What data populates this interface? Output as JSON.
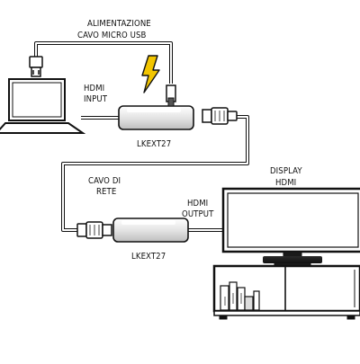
{
  "labels": {
    "power_line1": "ALIMENTAZIONE",
    "power_line2": "CAVO MICRO USB",
    "hdmi_input_line1": "HDMI",
    "hdmi_input_line2": "INPUT",
    "transmitter_name": "LKEXT27",
    "network_line1": "CAVO DI",
    "network_line2": "RETE",
    "hdmi_output_line1": "HDMI",
    "hdmi_output_line2": "OUTPUT",
    "receiver_name": "LKEXT27",
    "display_line1": "DISPLAY",
    "display_line2": "HDMI"
  },
  "colors": {
    "lightning": "#f2c500",
    "stroke": "#111111",
    "cable_fill": "#ffffff",
    "device_fill": "#ececec"
  },
  "icons": [
    "laptop-icon",
    "usb-plug-icon",
    "lightning-icon",
    "hdmi-plug-icon",
    "rj45-plug-icon",
    "monitor-icon",
    "tv-cabinet-icon"
  ]
}
